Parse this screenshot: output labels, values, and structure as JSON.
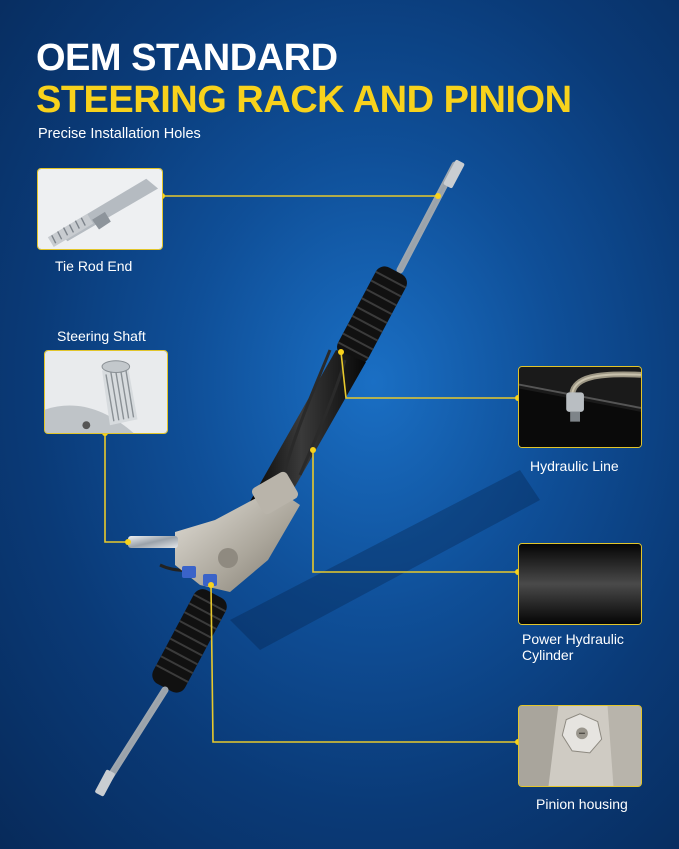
{
  "header": {
    "title_line1": "OEM STANDARD",
    "title_line2": "STEERING RACK AND PINION",
    "subtitle": "Precise Installation Holes"
  },
  "callouts": {
    "tie_rod_end": "Tie Rod End",
    "steering_shaft": "Steering Shaft",
    "hydraulic_line": "Hydraulic Line",
    "power_hydraulic_cylinder_line1": "Power Hydraulic",
    "power_hydraulic_cylinder_line2": "Cylinder",
    "pinion_housing": "Pinion housing"
  },
  "colors": {
    "accent_yellow": "#f8d21c",
    "background_blue": "#0f4f98"
  }
}
